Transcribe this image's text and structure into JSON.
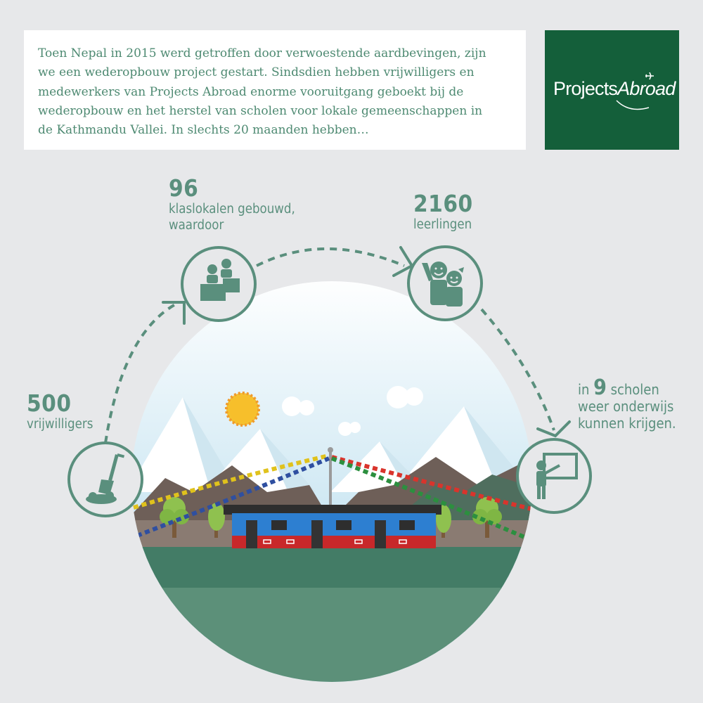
{
  "intro": {
    "line1": "Toen Nepal in 2015 werd getroffen door verwoestende aardbevingen, zijn",
    "line2": "we een wederopbouw project gestart. Sindsdien hebben vrijwilligers en",
    "line3": "medewerkers van Projects Abroad enorme vooruitgang geboekt bij de",
    "line4": "wederopbouw en het herstel van scholen voor lokale gemeenschappen in",
    "line5": "de Kathmandu Vallei. In slechts 20 maanden hebben…"
  },
  "logo": {
    "part1": "Projects",
    "part2": "Abroad"
  },
  "stats": {
    "volunteers": {
      "number": "500",
      "label": "vrijwilligers"
    },
    "classrooms": {
      "number": "96",
      "label1": "klaslokalen gebouwd,",
      "label2": "waardoor"
    },
    "students": {
      "number": "2160",
      "label": "leerlingen"
    },
    "schools": {
      "prefix": "in ",
      "number": "9",
      "suffix": " scholen",
      "label2": "weer onderwijs",
      "label3": "kunnen krijgen."
    }
  },
  "icons": [
    "shovel-icon",
    "classroom-desk-icon",
    "children-icon",
    "teacher-board-icon"
  ],
  "colors": {
    "accent": "#5a8f7d",
    "brand": "#145f3a",
    "background": "#e7e8ea"
  }
}
